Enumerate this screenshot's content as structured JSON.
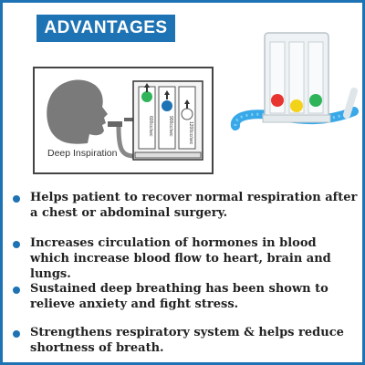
{
  "header": {
    "title": "ADVANTAGES"
  },
  "diagram": {
    "caption": "Deep Inspiration",
    "chamber_labels": [
      "600cc/sec",
      "900cc/sec",
      "1200cc/sec"
    ]
  },
  "bullets": [
    {
      "text": "Helps patient to recover normal respiration after a chest or abdominal surgery."
    },
    {
      "text": "Increases circulation of hormones in blood which increase blood flow to heart, brain and lungs."
    },
    {
      "text": "Sustained deep breathing has been shown to relieve anxiety and fight stress."
    },
    {
      "text": "Strengthens respiratory system & helps reduce shortness of breath."
    }
  ],
  "colors": {
    "accent": "#1e73b4",
    "ball_green": "#2fb45a",
    "ball_blue": "#1e73b4",
    "ball_red": "#e8342f",
    "ball_yellow": "#f3d21a"
  },
  "icons": [
    "head-silhouette-icon",
    "spirometer-icon",
    "incentive-spirometer-image",
    "bullet-dot-icon"
  ]
}
